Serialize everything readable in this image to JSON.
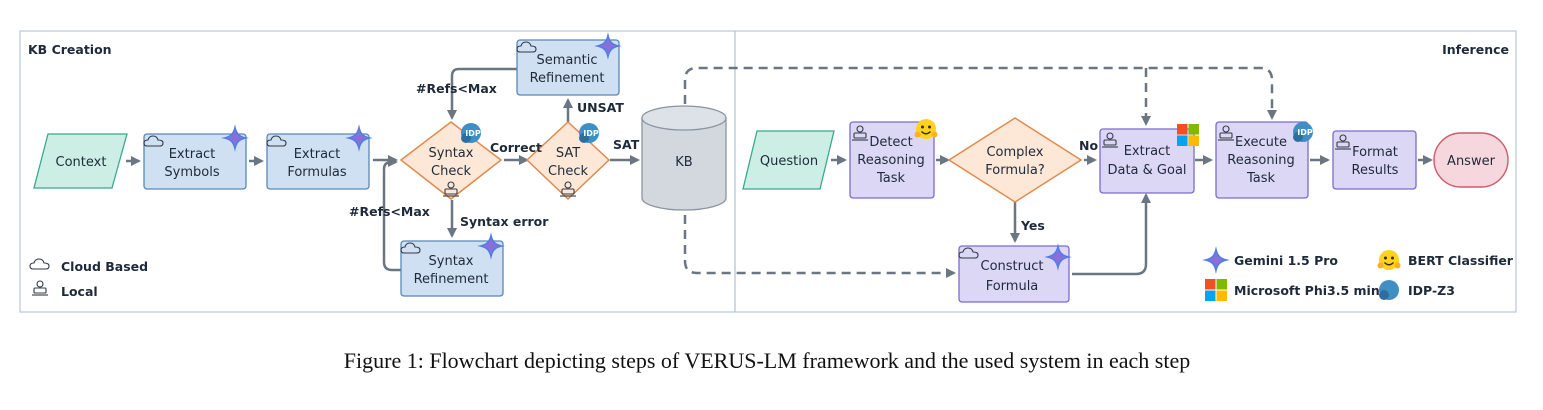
{
  "sections": {
    "kb_creation": "KB Creation",
    "inference": "Inference"
  },
  "nodes": {
    "context": "Context",
    "extract_symbols": [
      "Extract",
      "Symbols"
    ],
    "extract_formulas": [
      "Extract",
      "Formulas"
    ],
    "syntax_check": [
      "Syntax",
      "Check"
    ],
    "sat_check": [
      "SAT",
      "Check"
    ],
    "semantic_refinement": [
      "Semantic",
      "Refinement"
    ],
    "syntax_refinement": [
      "Syntax",
      "Refinement"
    ],
    "kb": "KB",
    "question": "Question",
    "detect_reasoning_task": [
      "Detect",
      "Reasoning",
      "Task"
    ],
    "complex_formula": [
      "Complex",
      "Formula?"
    ],
    "extract_data_goal": [
      "Extract",
      "Data & Goal"
    ],
    "construct_formula": [
      "Construct",
      "Formula"
    ],
    "execute_reasoning_task": [
      "Execute",
      "Reasoning",
      "Task"
    ],
    "format_results": [
      "Format",
      "Results"
    ],
    "answer": "Answer"
  },
  "edge_labels": {
    "refs_max_top": "#Refs<Max",
    "refs_max_bottom": "#Refs<Max",
    "correct": "Correct",
    "unsat": "UNSAT",
    "sat": "SAT",
    "syntax_error": "Syntax error",
    "no": "No",
    "yes": "Yes"
  },
  "legend": {
    "cloud_based": "Cloud Based",
    "local": "Local",
    "gemini": "Gemini 1.5 Pro",
    "bert": "BERT Classifier",
    "phi": "Microsoft Phi3.5 mini",
    "idp": "IDP-Z3"
  },
  "badges": {
    "idp": "IDP"
  },
  "caption": "Figure 1: Flowchart depicting steps of VERUS-LM framework and the used system in each step",
  "colors": {
    "kb_node_fill": "#cfe0f3",
    "inference_node_fill": "#ddd7f6",
    "io_fill": "#cdeee5",
    "decision_fill": "#fde8d8",
    "answer_fill": "#f6d7de",
    "kb_store_fill": "#d3d8df",
    "edge": "#6b7683"
  }
}
